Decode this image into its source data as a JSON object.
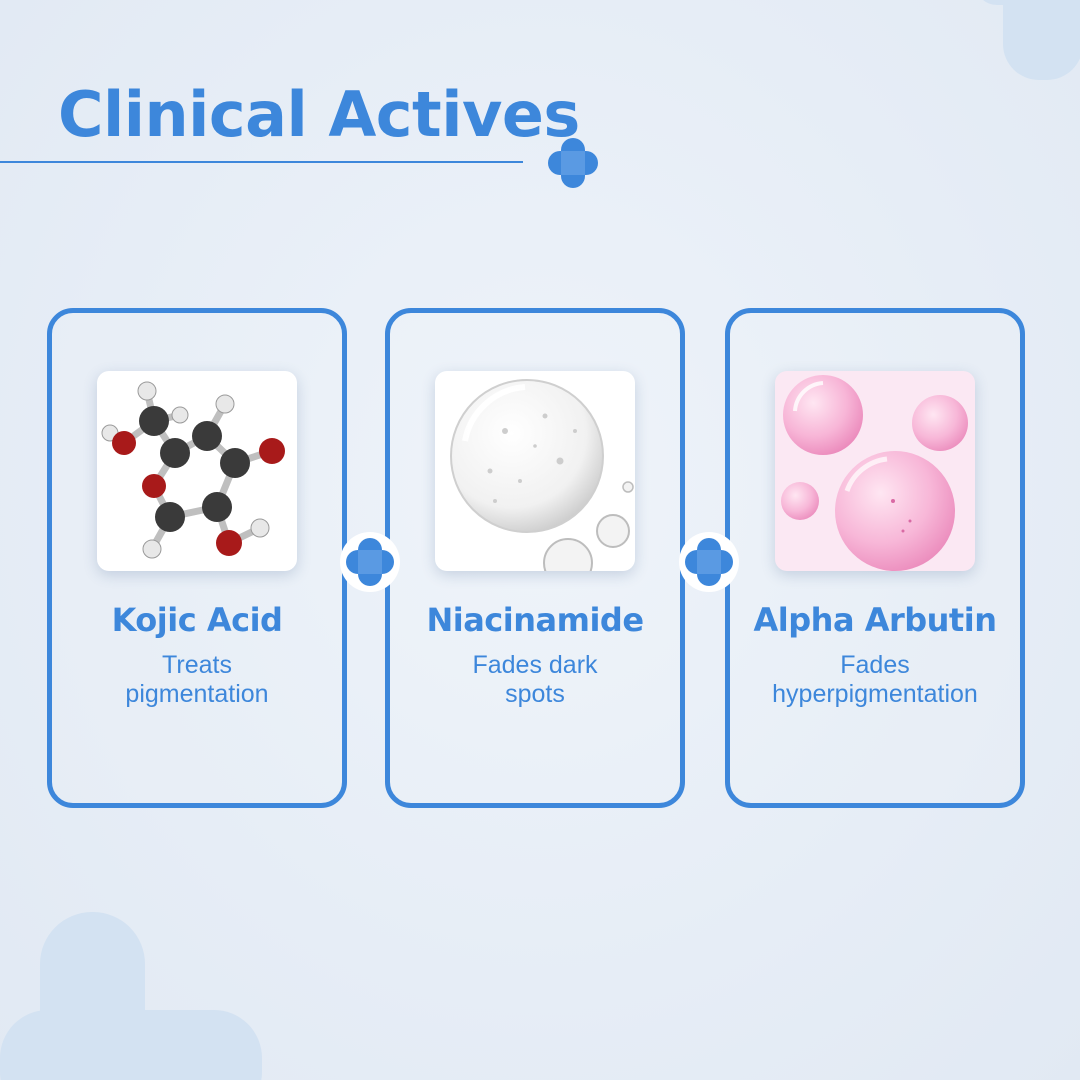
{
  "header": {
    "title": "Clinical Actives"
  },
  "actives": [
    {
      "name": "Kojic Acid",
      "desc_lines": [
        "Treats",
        "pigmentation"
      ],
      "image_icon": "molecule-icon"
    },
    {
      "name": "Niacinamide",
      "desc_lines": [
        "Fades dark",
        "spots"
      ],
      "image_icon": "clear-serum-drop-icon"
    },
    {
      "name": "Alpha Arbutin",
      "desc_lines": [
        "Fades",
        "hyperpigmentation"
      ],
      "image_icon": "pink-serum-bubbles-icon"
    }
  ],
  "colors": {
    "accent": "#3d87db",
    "background": "#e6edf6",
    "decor": "#d3e2f2"
  }
}
